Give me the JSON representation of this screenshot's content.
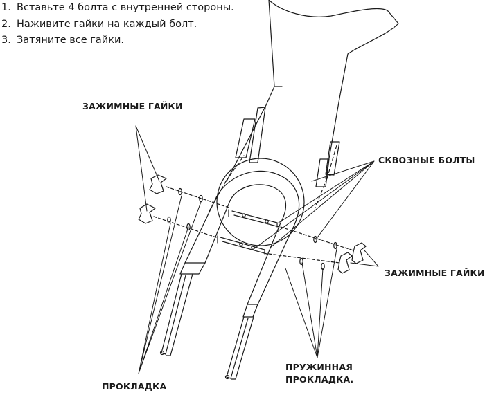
{
  "instructions": [
    {
      "number": "1.",
      "text": "Вставьте 4 болта с внутренней стороны."
    },
    {
      "number": "2.",
      "text": "Наживите гайки на каждый болт."
    },
    {
      "number": "3.",
      "text": "Затяните все гайки."
    }
  ],
  "callouts": {
    "clamp_nuts_left": "ЗАЖИМНЫЕ ГАЙКИ",
    "through_bolts": "СКВОЗНЫЕ БОЛТЫ",
    "clamp_nuts_right": "ЗАЖИМНЫЕ ГАЙКИ",
    "spring_washer_line1": "ПРУЖИННАЯ",
    "spring_washer_line2": "ПРОКЛАДКА.",
    "washer": "ПРОКЛАДКА"
  },
  "colors": {
    "line": "#1a1a1a",
    "background": "#ffffff"
  }
}
